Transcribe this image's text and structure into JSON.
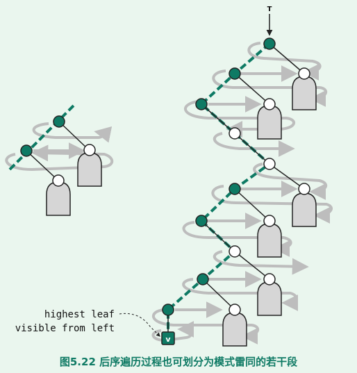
{
  "top_marker": "T",
  "leaf_marker": "v",
  "annotation": {
    "line1": "highest leaf",
    "line2": "visible from left"
  },
  "caption": "图5.22 后序遍历过程也可划分为模式雷同的若干段",
  "colors": {
    "background": "#eaf6ee",
    "path_node": "#0e7a64",
    "gray_arrow": "#bdbdbd",
    "subtree": "#d6d6d6",
    "caption": "#0e7a64"
  }
}
